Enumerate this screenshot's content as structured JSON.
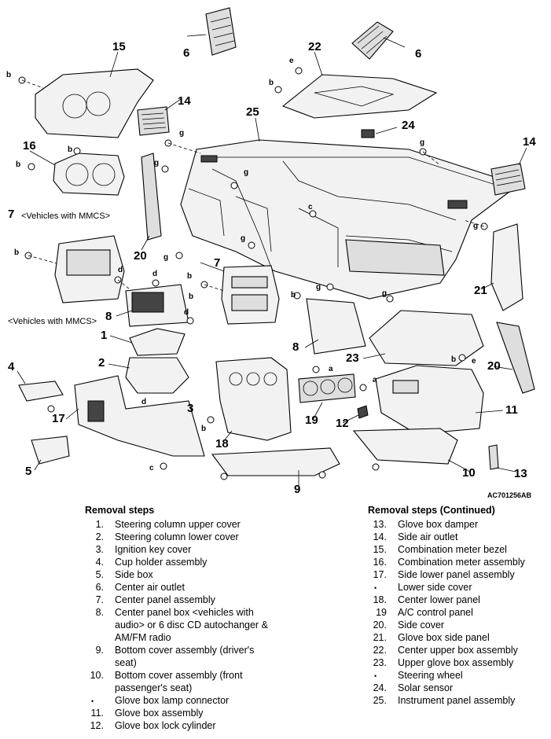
{
  "figure_id": "AC701256AB",
  "diagram": {
    "notes": {
      "mmcs_top": "<Vehicles with MMCS>",
      "mmcs_mid": "<Vehicles with MMCS>"
    },
    "callouts": [
      "1",
      "2",
      "3",
      "4",
      "5",
      "6",
      "7",
      "8",
      "9",
      "10",
      "11",
      "12",
      "13",
      "14",
      "15",
      "16",
      "17",
      "18",
      "19",
      "20",
      "21",
      "22",
      "23",
      "24",
      "25"
    ],
    "fastener_letters": [
      "a",
      "b",
      "c",
      "d",
      "e",
      "g"
    ]
  },
  "steps_left": {
    "heading": "Removal steps",
    "items": [
      {
        "num": "1.",
        "text": "Steering column upper cover"
      },
      {
        "num": "2.",
        "text": "Steering column lower cover"
      },
      {
        "num": "3.",
        "text": "Ignition key cover"
      },
      {
        "num": "4.",
        "text": "Cup holder assembly"
      },
      {
        "num": "5.",
        "text": "Side box"
      },
      {
        "num": "6.",
        "text": "Center air outlet"
      },
      {
        "num": "7.",
        "text": "Center panel assembly"
      },
      {
        "num": "8.",
        "text": "Center panel box <vehicles with\naudio> or 6 disc CD autochanger &\nAM/FM radio"
      },
      {
        "num": "9.",
        "text": "Bottom cover assembly (driver's\nseat)"
      },
      {
        "num": "10.",
        "text": "Bottom cover assembly (front\npassenger's seat)"
      },
      {
        "num": "•",
        "text": "Glove box lamp connector"
      },
      {
        "num": "11.",
        "text": "Glove box assembly"
      },
      {
        "num": "12.",
        "text": "Glove box lock cylinder"
      }
    ]
  },
  "steps_right": {
    "heading": "Removal steps (Continued)",
    "items": [
      {
        "num": "13.",
        "text": "Glove box damper"
      },
      {
        "num": "14.",
        "text": "Side air outlet"
      },
      {
        "num": "15.",
        "text": "Combination meter bezel"
      },
      {
        "num": "16.",
        "text": "Combination meter assembly"
      },
      {
        "num": "17.",
        "text": "Side lower panel assembly"
      },
      {
        "num": "•",
        "text": "Lower side cover\n "
      },
      {
        "num": "18.",
        "text": "Center lower panel"
      },
      {
        "num": "19",
        "text": "A/C control panel"
      },
      {
        "num": "20.",
        "text": "Side cover"
      },
      {
        "num": "21.",
        "text": "Glove box side panel"
      },
      {
        "num": "22.",
        "text": "Center upper box assembly"
      },
      {
        "num": "23.",
        "text": "Upper glove box assembly"
      },
      {
        "num": "•",
        "text": "Steering wheel\n "
      },
      {
        "num": "24.",
        "text": "Solar sensor"
      },
      {
        "num": "25.",
        "text": "Instrument panel assembly"
      }
    ]
  }
}
